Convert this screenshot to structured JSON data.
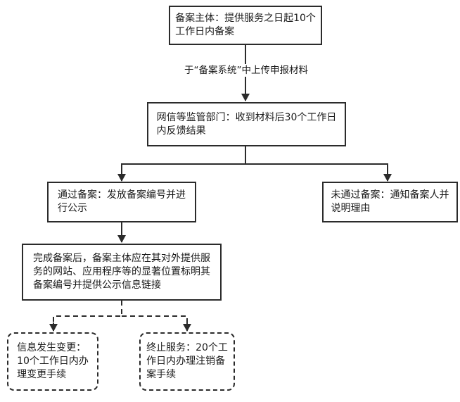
{
  "nodes": {
    "entity": "备案主体：提供服务之日起10个\n工作日内备案",
    "regulator": "网信等监管部门：收到材料后30个工作日\n内反馈结果",
    "passed": "通过备案：发放备案编号并进\n行公示",
    "failed": "未通过备案：通知备案人并\n说明理由",
    "complete": "完成备案后，备案主体应在其对外提供服\n务的网站、应用程序等的显著位置标明其\n备案编号并提供公示信息链接",
    "change": "信息发生变更：\n10个工作日内办\n理变更手续",
    "terminate": "终止服务：20个工\n作日内办理注销备\n案手续"
  },
  "edges": {
    "upload_label": "于“备案系统”中上传申报材料"
  }
}
